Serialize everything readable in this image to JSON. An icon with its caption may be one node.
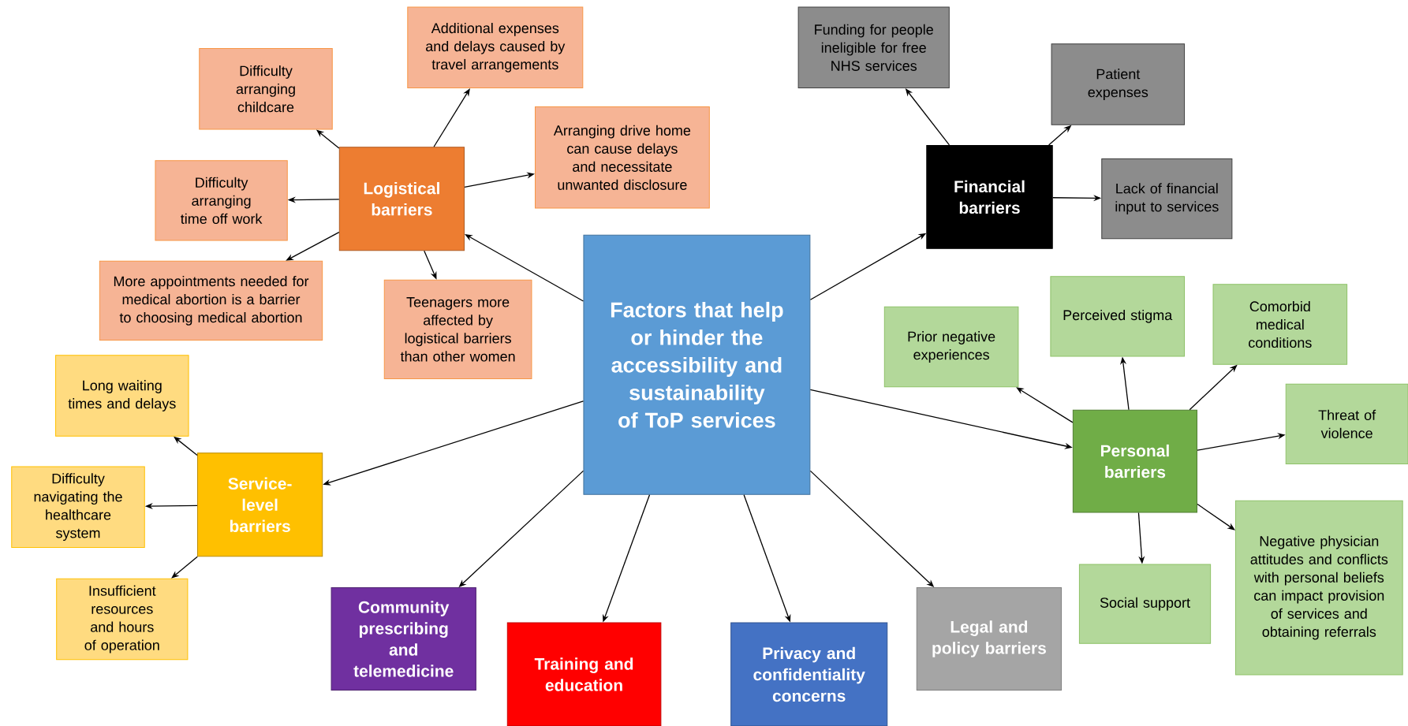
{
  "diagram": {
    "nodes": [
      {
        "text": [
          "Factors that help or hinder the accessibility and sustainability of ToP services"
        ]
      },
      {
        "text": [
          "Logistical barriers"
        ]
      },
      {
        "text": [
          "Difficulty arranging childcare"
        ]
      },
      {
        "text": [
          "Additional expenses and delays caused by travel arrangements"
        ]
      },
      {
        "text": [
          "Arranging drive home can cause delays and necessitate unwanted disclosure"
        ]
      },
      {
        "text": [
          "Difficulty arranging time off work"
        ]
      },
      {
        "text": [
          "More appointments needed for medical abortion is a barrier to choosing medical abortion"
        ]
      },
      {
        "text": [
          "Teenagers more affected by logistical barriers than other women"
        ]
      },
      {
        "text": [
          "Financial barriers"
        ]
      },
      {
        "text": [
          "Funding for people ineligible for free NHS services"
        ]
      },
      {
        "text": [
          "Patient expenses"
        ]
      },
      {
        "text": [
          "Lack of financial input to services"
        ]
      },
      {
        "text": [
          "Service-level barriers"
        ]
      },
      {
        "text": [
          "Long waiting times and delays"
        ]
      },
      {
        "text": [
          "Difficulty navigating the healthcare system"
        ]
      },
      {
        "text": [
          "Insufficient resources and hours of operation"
        ]
      },
      {
        "text": [
          "Personal barriers"
        ]
      },
      {
        "text": [
          "Prior negative experiences"
        ]
      },
      {
        "text": [
          "Perceived stigma"
        ]
      },
      {
        "text": [
          "Comorbid medical conditions"
        ]
      },
      {
        "text": [
          "Threat of violence"
        ]
      },
      {
        "text": [
          "Social support"
        ]
      },
      {
        "text": [
          "Negative physician attitudes and conflicts with personal beliefs can impact provision of services and obtaining referrals"
        ]
      },
      {
        "text": [
          "Community prescribing and telemedicine"
        ]
      },
      {
        "text": [
          "Training and education"
        ]
      },
      {
        "text": [
          "Privacy and confidentiality concerns"
        ]
      },
      {
        "text": [
          "Legal and policy barriers"
        ]
      }
    ],
    "edges": [
      {
        "from": 0,
        "to": 1,
        "arrow": "to"
      },
      {
        "from": 0,
        "to": 8,
        "arrow": "to"
      },
      {
        "from": 0,
        "to": 12,
        "arrow": "to"
      },
      {
        "from": 0,
        "to": 16,
        "arrow": "to"
      },
      {
        "from": 0,
        "to": 23,
        "arrow": "to"
      },
      {
        "from": 0,
        "to": 24,
        "arrow": "to"
      },
      {
        "from": 0,
        "to": 25,
        "arrow": "to"
      },
      {
        "from": 0,
        "to": 26,
        "arrow": "to"
      },
      {
        "from": 1,
        "to": 2,
        "arrow": "to"
      },
      {
        "from": 1,
        "to": 3,
        "arrow": "to"
      },
      {
        "from": 1,
        "to": 4,
        "arrow": "to"
      },
      {
        "from": 1,
        "to": 5,
        "arrow": "to"
      },
      {
        "from": 1,
        "to": 6,
        "arrow": "to"
      },
      {
        "from": 1,
        "to": 7,
        "arrow": "to"
      },
      {
        "from": 8,
        "to": 9,
        "arrow": "to"
      },
      {
        "from": 8,
        "to": 10,
        "arrow": "to"
      },
      {
        "from": 8,
        "to": 11,
        "arrow": "to"
      },
      {
        "from": 12,
        "to": 13,
        "arrow": "to"
      },
      {
        "from": 12,
        "to": 14,
        "arrow": "to"
      },
      {
        "from": 12,
        "to": 15,
        "arrow": "to"
      },
      {
        "from": 16,
        "to": 17,
        "arrow": "to"
      },
      {
        "from": 16,
        "to": 18,
        "arrow": "to"
      },
      {
        "from": 16,
        "to": 19,
        "arrow": "to"
      },
      {
        "from": 16,
        "to": 20,
        "arrow": "to"
      },
      {
        "from": 16,
        "to": 21,
        "arrow": "to"
      },
      {
        "from": 16,
        "to": 22,
        "arrow": "to"
      }
    ]
  }
}
